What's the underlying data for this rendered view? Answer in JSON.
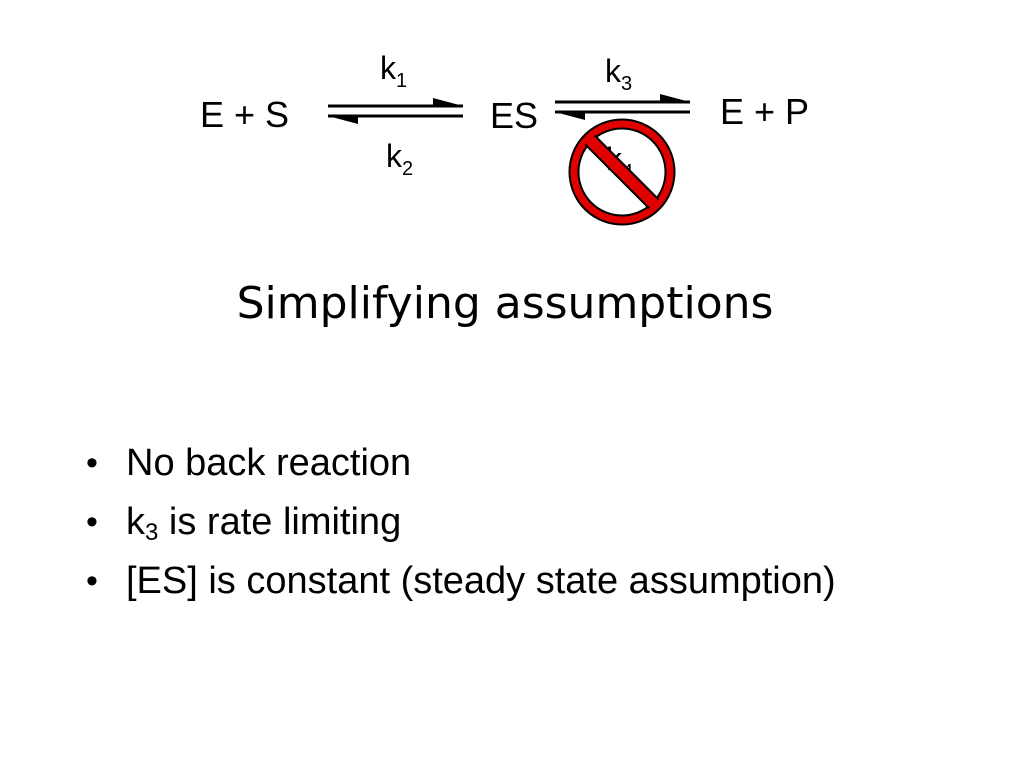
{
  "reaction": {
    "reactants": "E + S",
    "complex": "ES",
    "products": "E + P",
    "rate_constants": [
      {
        "letter": "k",
        "sub": "1"
      },
      {
        "letter": "k",
        "sub": "2"
      },
      {
        "letter": "k",
        "sub": "3"
      },
      {
        "letter": "k",
        "sub": "4"
      }
    ],
    "prohibition_color": "#e00000"
  },
  "title": "Simplifying assumptions",
  "bullets": [
    {
      "text": "No back reaction"
    },
    {
      "pre": "k",
      "sub": "3",
      "text": " is rate limiting"
    },
    {
      "text": "[ES] is constant (steady state assumption)"
    }
  ]
}
